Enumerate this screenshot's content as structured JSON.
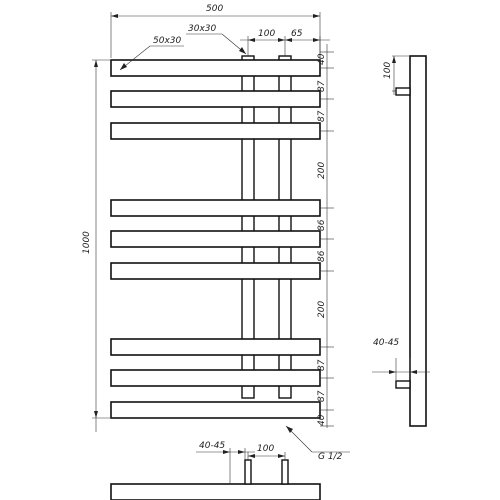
{
  "drawing": {
    "dimensions": {
      "overall_width": "500",
      "overall_height": "1000",
      "bar_profile": "50x30",
      "collector_profile": "30x30",
      "collector_spacing": "100",
      "collector_offset": "65",
      "right_chain": [
        "40",
        "87",
        "87",
        "200",
        "86",
        "86",
        "200",
        "87",
        "87",
        "40"
      ],
      "side_top": "100",
      "side_bottom": "40-45",
      "bottom_offset": "40-45",
      "bottom_spacing": "100",
      "thread": "G 1/2"
    },
    "colors": {
      "line": "#222222",
      "background": "#ffffff"
    }
  }
}
